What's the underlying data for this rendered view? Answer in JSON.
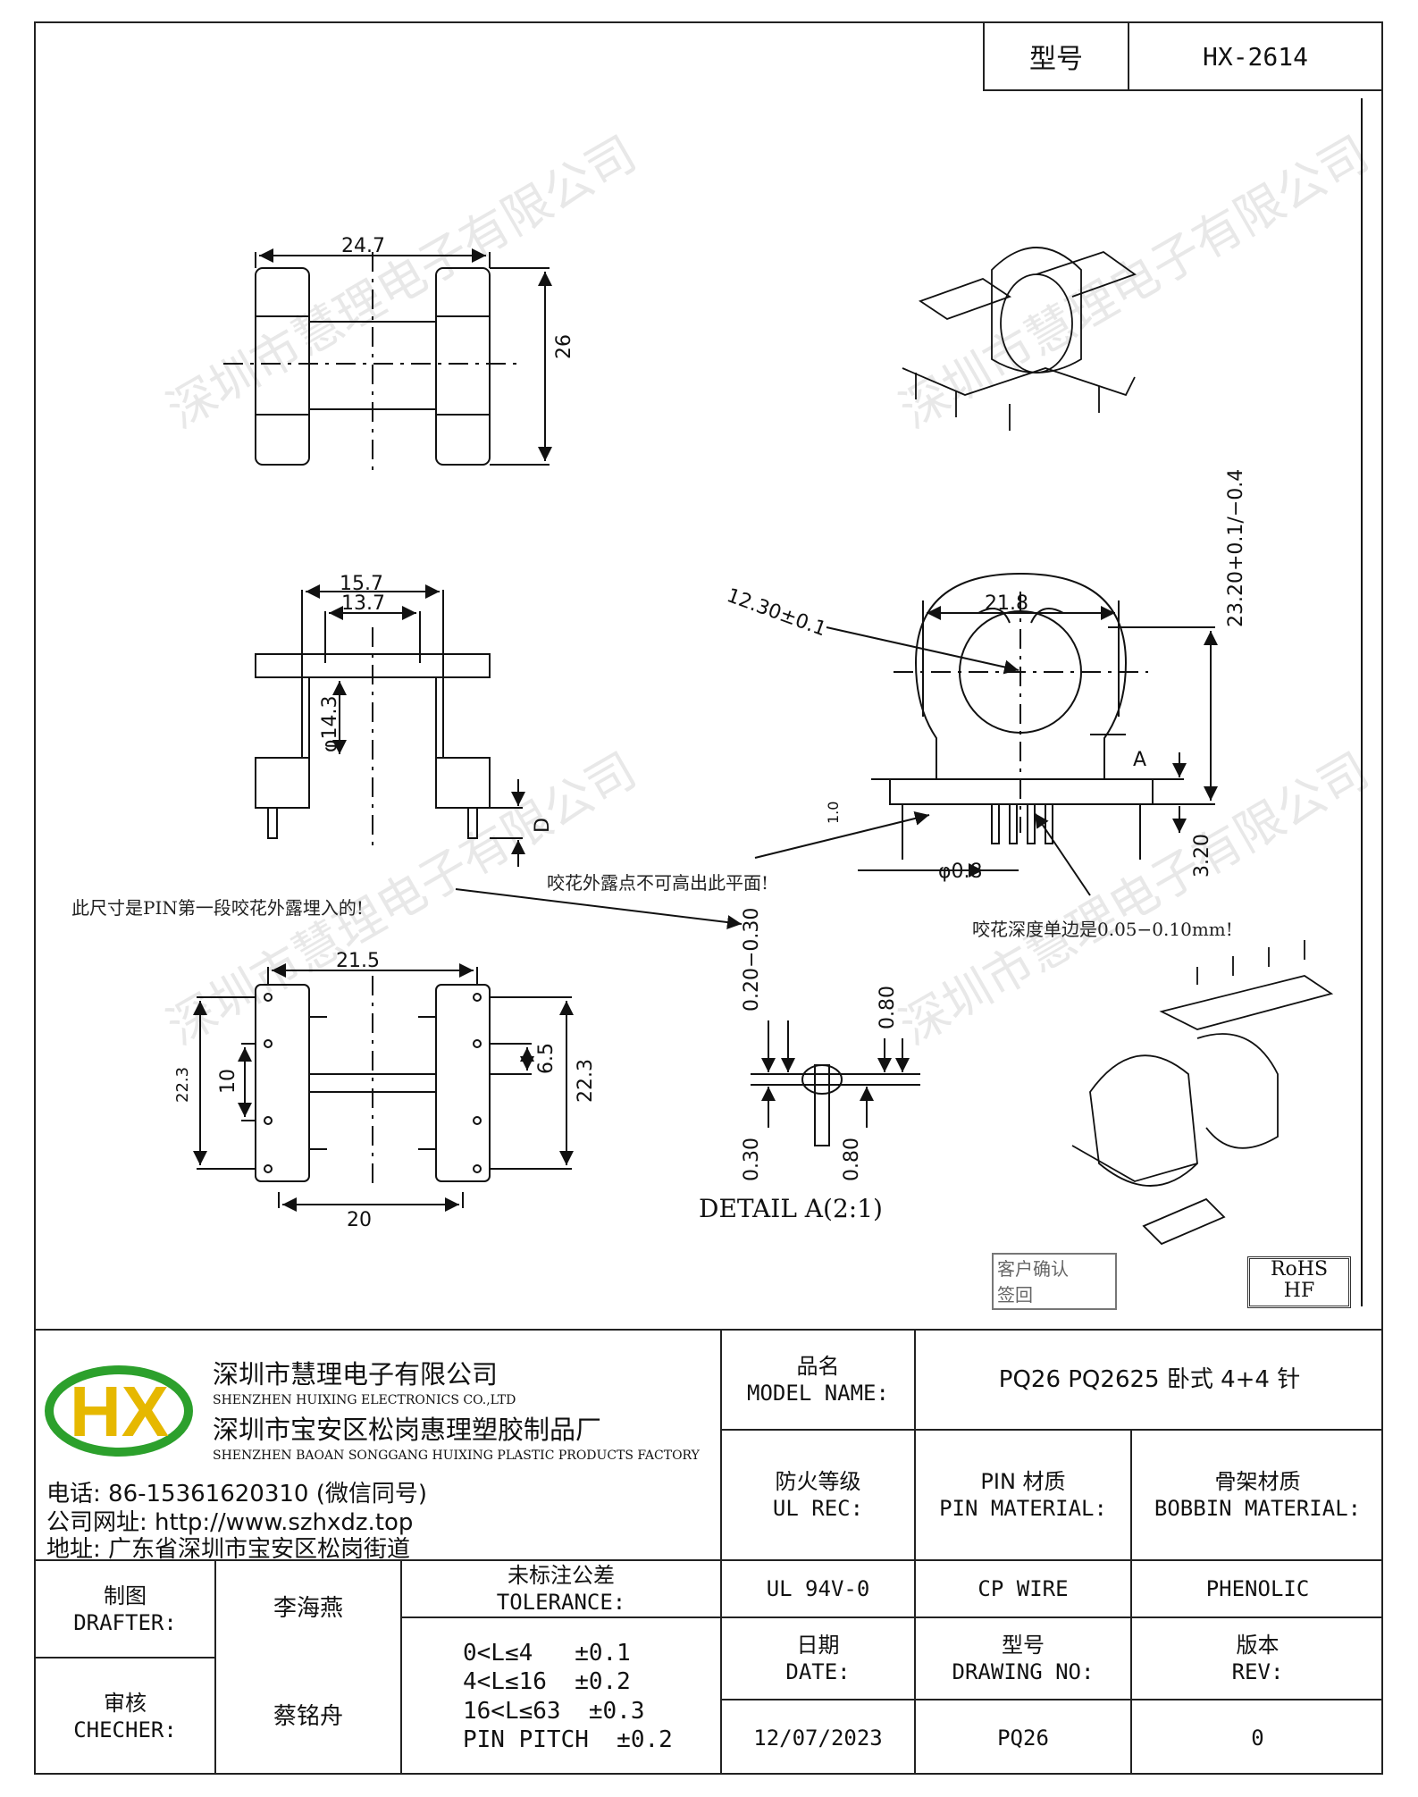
{
  "header": {
    "model_label": "型号",
    "model_value": "HX-2614"
  },
  "watermark": "深圳市慧理电子有限公司",
  "dims": {
    "top_width": "24.7",
    "top_height": "26",
    "side_outer": "15.7",
    "side_inner": "13.7",
    "side_dia": "φ14.3",
    "side_d": "D",
    "front_width": "21.8",
    "front_dia": "12.30±0.1",
    "front_height": "23.20+0.1/−0.4",
    "front_a": "A",
    "front_pin_dia": "φ0.8",
    "front_base": "3.20",
    "front_1": "1.0",
    "bottom_width": "21.5",
    "bottom_20": "20",
    "bottom_10": "10",
    "bottom_22_left": "22.3",
    "bottom_22_right": "22.3",
    "bottom_6_5": "6.5",
    "detail_a": "0.20−0.30",
    "detail_b": "0.80",
    "detail_c": "0.30",
    "detail_d": "0.80",
    "detail_title": "DETAIL A(2:1)"
  },
  "notes": {
    "note1": "此尺寸是PIN第一段咬花外露埋入的!",
    "note2": "咬花外露点不可高出此平面!",
    "note3": "咬花深度单边是0.05−0.10mm!"
  },
  "stamp": {
    "confirm1": "客户确认",
    "confirm2": "签回",
    "rohs": "RoHS",
    "hf": "HF"
  },
  "company": {
    "logo": "HX",
    "name_cn": "深圳市慧理电子有限公司",
    "name_en": "SHENZHEN HUIXING ELECTRONICS CO.,LTD",
    "factory_cn": "深圳市宝安区松岗惠理塑胶制品厂",
    "factory_en": "SHENZHEN BAOAN SONGGANG HUIXING PLASTIC PRODUCTS FACTORY",
    "phone": "电话: 86-15361620310 (微信同号)",
    "website": "公司网址: http://www.szhxdz.top",
    "address": "地址: 广东省深圳市宝安区松岗街道"
  },
  "table": {
    "model_name_cn": "品名",
    "model_name_en": "MODEL NAME:",
    "model_name_val": "PQ26 PQ2625 卧式 4+4 针",
    "ul_cn": "防火等级",
    "ul_en": "UL REC:",
    "pin_cn": "PIN 材质",
    "pin_en": "PIN MATERIAL:",
    "bobbin_cn": "骨架材质",
    "bobbin_en": "BOBBIN MATERIAL:",
    "ul_val": "UL 94V-0",
    "pin_val": "CP WIRE",
    "bobbin_val": "PHENOLIC",
    "drafter_cn": "制图",
    "drafter_en": "DRAFTER:",
    "drafter_val": "李海燕",
    "checker_cn": "审核",
    "checker_en": "CHECHER:",
    "checker_val": "蔡铭舟",
    "tol_cn": "未标注公差",
    "tol_en": "TOLERANCE:",
    "tol_lines": [
      "0<L≤4   ±0.1",
      "4<L≤16  ±0.2",
      "16<L≤63  ±0.3",
      "PIN PITCH  ±0.2"
    ],
    "date_cn": "日期",
    "date_en": "DATE:",
    "date_val": "12/07/2023",
    "drawing_cn": "型号",
    "drawing_en": "DRAWING NO:",
    "drawing_val": "PQ26",
    "rev_cn": "版本",
    "rev_en": "REV:",
    "rev_val": "0"
  }
}
